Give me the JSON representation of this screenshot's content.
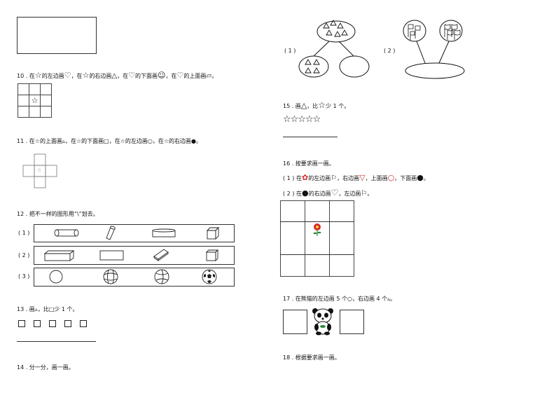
{
  "q10": {
    "num": "10 .",
    "text": [
      "在",
      "的左边画",
      "，在",
      "的右边画",
      "，在",
      "的下面画",
      "，在",
      "的上面画",
      "。"
    ]
  },
  "q11": {
    "text": "11 . 在☆的上面画▵，在☆的下面画□，在☆的左边画○，在☆的右边画●。",
    "center": "☆"
  },
  "q12": {
    "text": "12 . 把不一样的图形用“\\”划去。",
    "rows": [
      "( 1 )",
      "( 2 )",
      "( 3 )"
    ]
  },
  "q13": {
    "text": "13 . 画▵，比□少 1 个。"
  },
  "q14": {
    "text": "14 . 分一分，画一画。",
    "labels": [
      "( 1 )",
      "( 2 )"
    ]
  },
  "q15": {
    "text_a": "15 . 画",
    "text_b": "，比",
    "text_c": "少 1 个。",
    "stars": "☆☆☆☆☆"
  },
  "q16": {
    "title": "16 . 按要求画一画。",
    "line1": [
      "( 1 ) 在",
      "的左边画",
      "，右边画",
      "，上面画",
      "，下面画",
      "。"
    ],
    "line2": [
      "( 2 ) 在",
      "的右边画",
      "，左边画",
      "。"
    ]
  },
  "q17": {
    "text": "17 . 在熊猫的左边画 5 个○，右边画 4 个▵。"
  },
  "q18": {
    "text": "18 . 根据要求画一画。"
  },
  "colors": {
    "ink": "#111111",
    "red": "#d62a2a",
    "green": "#2e8b3a"
  }
}
